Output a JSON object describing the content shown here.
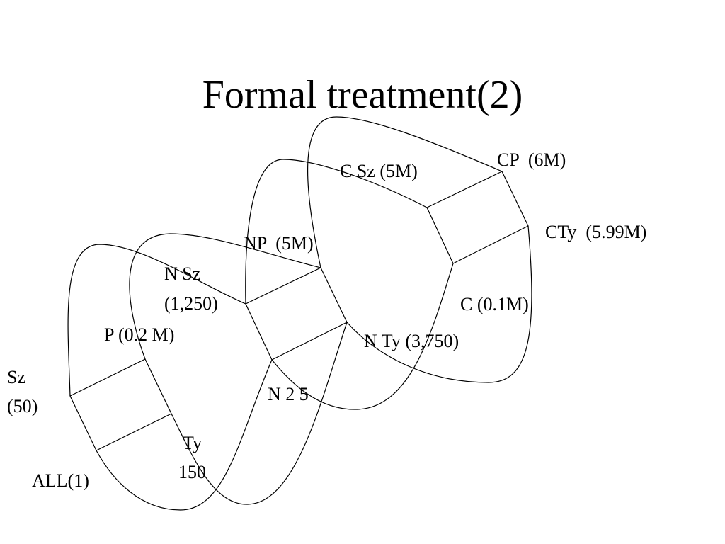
{
  "title": "Formal treatment(2)",
  "labels": {
    "cp": "CP  (6M)",
    "c_sz": "C Sz (5M)",
    "cty": "CTy  (5.99M)",
    "np": "NP  (5M)",
    "n_sz_1": "N Sz",
    "n_sz_2": "(1,250)",
    "c": "C (0.1M)",
    "p": "P (0.2 M)",
    "n_ty": "N Ty (3,750)",
    "sz_1": "Sz",
    "sz_2": "(50)",
    "n25": "N 2 5",
    "ty_1": "Ty",
    "ty_2": "150",
    "all": "ALL(1)"
  }
}
